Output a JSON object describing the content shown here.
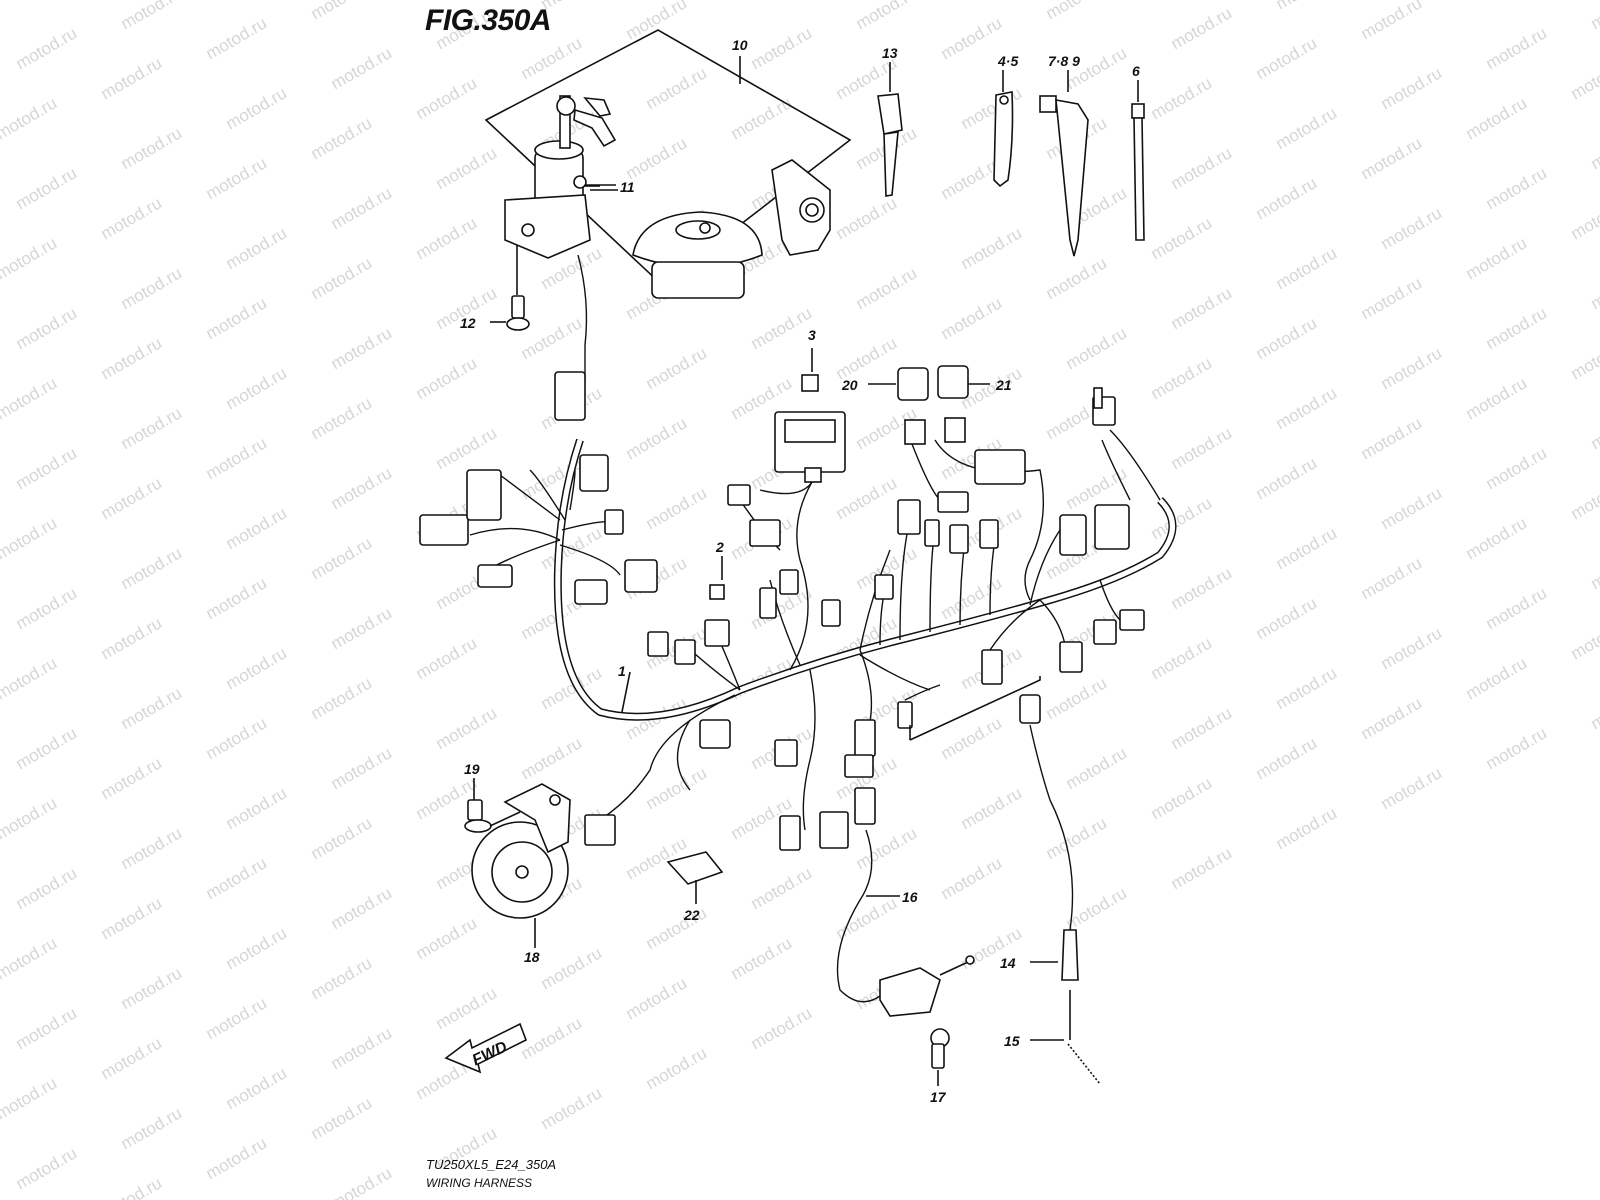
{
  "figure": {
    "title": "FIG.350A",
    "model_code": "TU250XL5_E24_350A",
    "name": "WIRING HARNESS"
  },
  "watermark": {
    "text": "motod.ru",
    "color": "#d6d6d6"
  },
  "direction_marker": {
    "label": "FWD",
    "icon": "fwd-arrow-icon"
  },
  "callouts": [
    {
      "id": "c1",
      "label": "1"
    },
    {
      "id": "c2",
      "label": "2"
    },
    {
      "id": "c3",
      "label": "3"
    },
    {
      "id": "c45",
      "label": "4·5"
    },
    {
      "id": "c6",
      "label": "6"
    },
    {
      "id": "c789",
      "label": "7·8 9"
    },
    {
      "id": "c10",
      "label": "10"
    },
    {
      "id": "c11",
      "label": "11"
    },
    {
      "id": "c12",
      "label": "12"
    },
    {
      "id": "c13",
      "label": "13"
    },
    {
      "id": "c14",
      "label": "14"
    },
    {
      "id": "c15",
      "label": "15"
    },
    {
      "id": "c16",
      "label": "16"
    },
    {
      "id": "c17",
      "label": "17"
    },
    {
      "id": "c18",
      "label": "18"
    },
    {
      "id": "c19",
      "label": "19"
    },
    {
      "id": "c20",
      "label": "20"
    },
    {
      "id": "c21",
      "label": "21"
    },
    {
      "id": "c22",
      "label": "22"
    }
  ]
}
